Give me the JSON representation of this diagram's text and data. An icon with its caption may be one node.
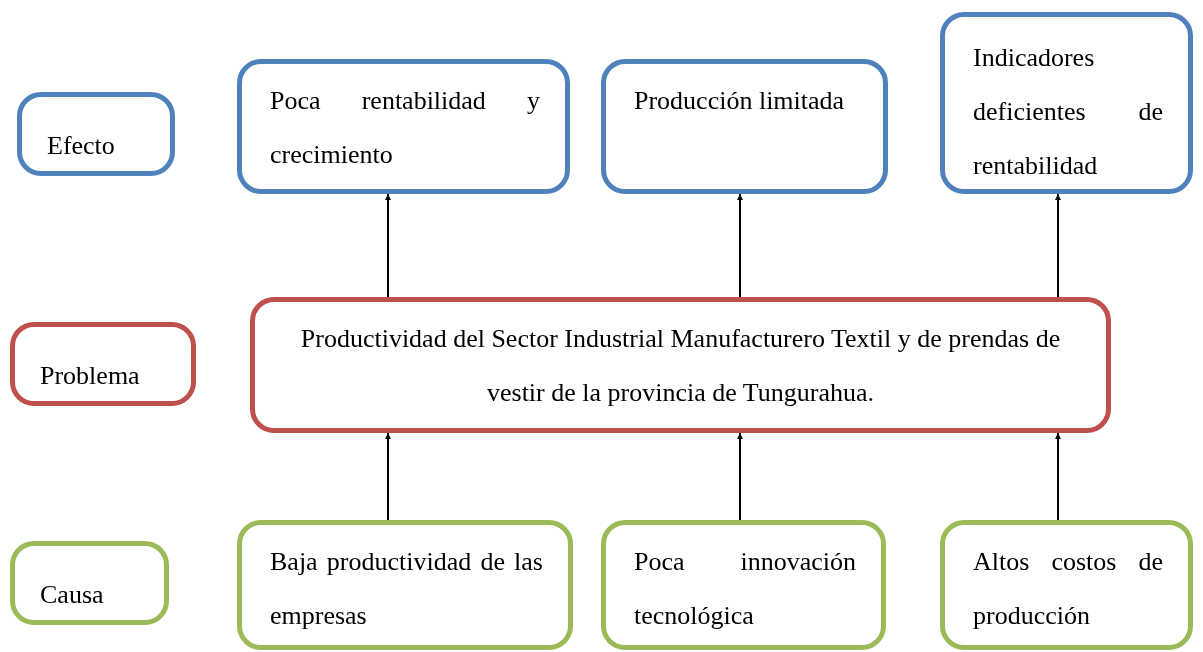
{
  "diagram": {
    "nodes": [
      {
        "text": [
          "Efecto"
        ]
      },
      {
        "text": [
          "Poca rentabilidad y crecimiento"
        ]
      },
      {
        "text": [
          "Producción limitada"
        ]
      },
      {
        "text": [
          "Indicadores deficientes de rentabilidad"
        ]
      },
      {
        "text": [
          "Problema"
        ]
      },
      {
        "text": [
          "Productividad del Sector Industrial Manufacturero Textil y de prendas de vestir de la provincia de Tungurahua."
        ]
      },
      {
        "text": [
          "Causa"
        ]
      },
      {
        "text": [
          "Baja productividad de las empresas"
        ]
      },
      {
        "text": [
          "Poca innovación tecnológica"
        ]
      },
      {
        "text": [
          "Altos costos de producción"
        ]
      }
    ],
    "edges": [
      {
        "from": 5,
        "to": 1,
        "arrow": "to"
      },
      {
        "from": 5,
        "to": 2,
        "arrow": "to"
      },
      {
        "from": 5,
        "to": 3,
        "arrow": "to"
      },
      {
        "from": 7,
        "to": 5,
        "arrow": "to"
      },
      {
        "from": 8,
        "to": 5,
        "arrow": "to"
      },
      {
        "from": 9,
        "to": 5,
        "arrow": "to"
      }
    ]
  }
}
